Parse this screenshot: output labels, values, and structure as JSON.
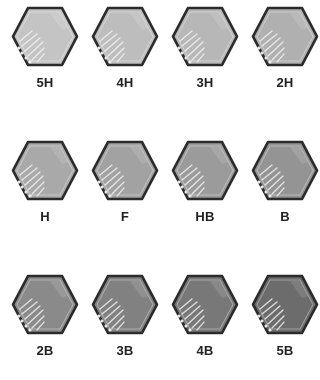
{
  "grades": [
    {
      "label": "5H",
      "shade": "#c4c4c4"
    },
    {
      "label": "4H",
      "shade": "#bdbdbd"
    },
    {
      "label": "3H",
      "shade": "#b7b7b7"
    },
    {
      "label": "2H",
      "shade": "#b0b0b0"
    },
    {
      "label": "H",
      "shade": "#a9a9a9"
    },
    {
      "label": "F",
      "shade": "#a2a2a2"
    },
    {
      "label": "HB",
      "shade": "#9b9b9b"
    },
    {
      "label": "B",
      "shade": "#949494"
    },
    {
      "label": "2B",
      "shade": "#8a8a8a"
    },
    {
      "label": "3B",
      "shade": "#818181"
    },
    {
      "label": "4B",
      "shade": "#787878"
    },
    {
      "label": "5B",
      "shade": "#6c6c6c"
    }
  ],
  "colors": {
    "outline": "#2b2b2b",
    "highlight": "#f2f2f2",
    "label": "#222222"
  }
}
